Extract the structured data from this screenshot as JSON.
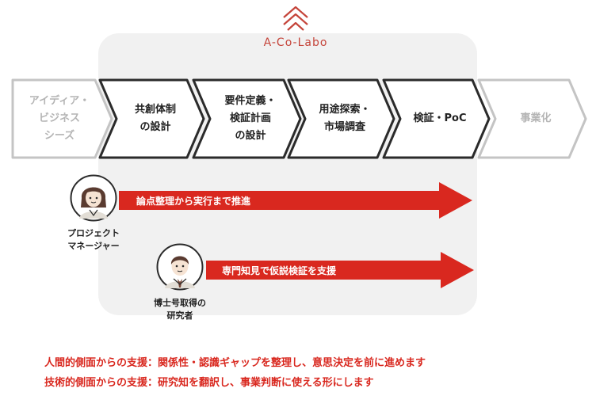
{
  "logo": {
    "text": "A-Co-Labo",
    "icon": "roof-chevron-logo"
  },
  "steps": [
    {
      "label": "アイディア・\nビジネス\nシーズ",
      "faded": true
    },
    {
      "label": "共創体制\nの設計",
      "faded": false
    },
    {
      "label": "要件定義・\n検証計画\nの設計",
      "faded": false
    },
    {
      "label": "用途探索・\n市場調査",
      "faded": false
    },
    {
      "label": "検証・PoC",
      "faded": false
    },
    {
      "label": "事業化",
      "faded": true
    }
  ],
  "roles": [
    {
      "name": "プロジェクト\nマネージャー",
      "icon": "woman-avatar-icon",
      "arrow_text": "論点整理から実行まで推進"
    },
    {
      "name": "博士号取得の\n研究者",
      "icon": "man-avatar-icon",
      "arrow_text": "専門知見で仮説検証を支援"
    }
  ],
  "summary": [
    "人間的側面からの支援：関係性・認識ギャップを整理し、意思決定を前に進めます",
    "技術的側面からの支援：研究知を翻訳し、事業判断に使える形にします"
  ],
  "colors": {
    "accent": "#d9281f",
    "logo": "#c5443a",
    "panel": "#f1f1f1",
    "step_border_active": "#2b2b2b",
    "step_border_faded": "#c4c4c4",
    "avatar_fill": "#e2ddd5"
  }
}
